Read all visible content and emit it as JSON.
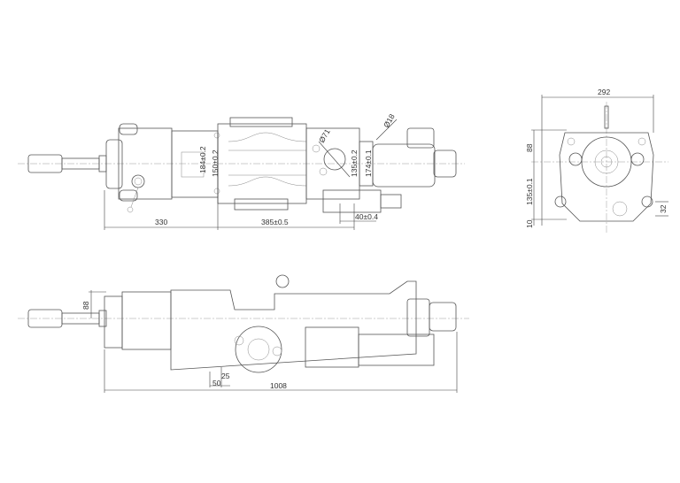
{
  "top_view": {
    "dim_330": "330",
    "dim_385": "385±0.5",
    "dim_40": "40±0.4",
    "dim_150": "150±0.2",
    "dim_184": "184±0.2",
    "dim_135": "135±0.2",
    "dim_174": "174±0.1",
    "dim_d18": "Ø18",
    "dim_d71": "Ø71"
  },
  "end_view": {
    "dim_292": "292",
    "dim_88": "88",
    "dim_135": "135±0.1",
    "dim_10": "10",
    "dim_32": "32"
  },
  "side_view": {
    "dim_88": "88",
    "dim_25": "25",
    "dim_50": "50",
    "dim_1008": "1008"
  }
}
